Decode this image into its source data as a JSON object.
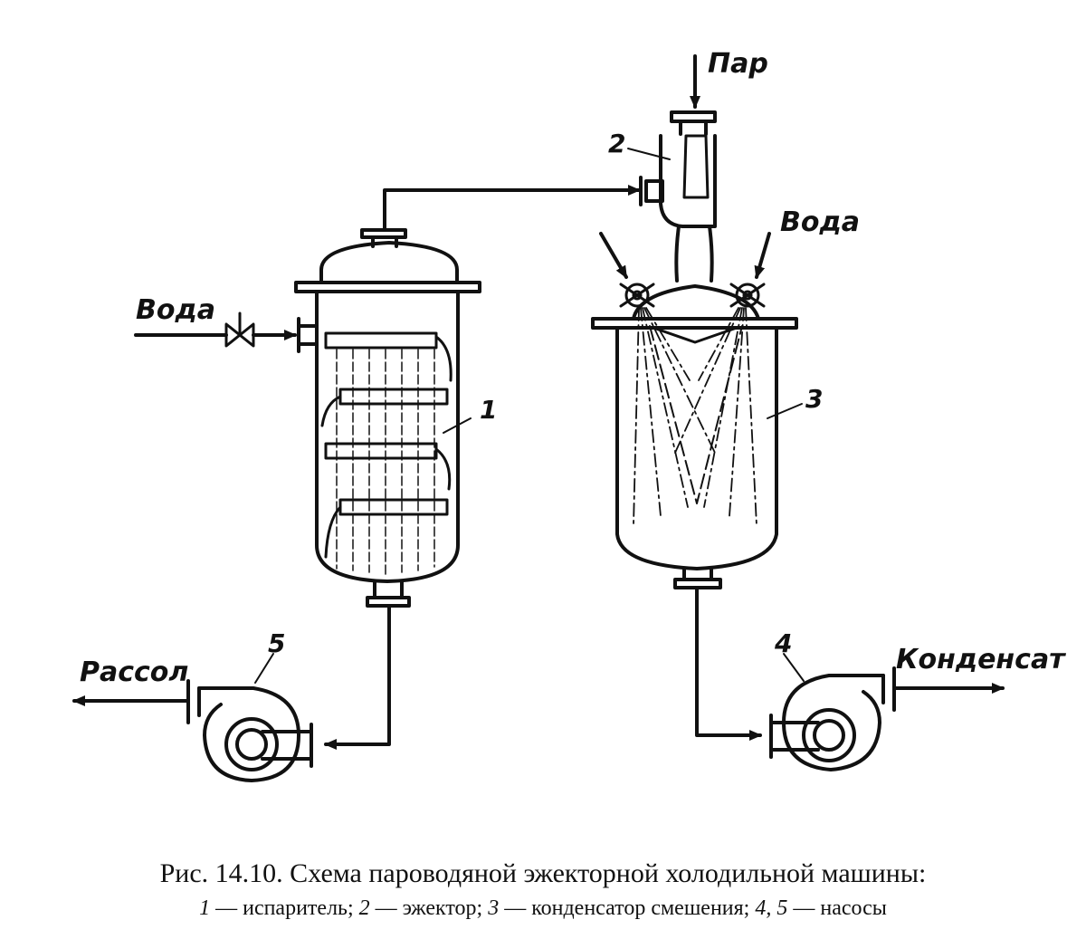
{
  "labels": {
    "steam": "Пар",
    "water_left": "Вода",
    "water_right": "Вода",
    "brine": "Рассол",
    "condensate": "Конденсат"
  },
  "numbers": {
    "evaporator": "1",
    "ejector": "2",
    "condenser": "3",
    "pump_condensate": "4",
    "pump_brine": "5"
  },
  "caption": {
    "title": "Рис. 14.10. Схема пароводяной эжекторной холодильной машины:",
    "legend": [
      {
        "num": "1",
        "text": " — испаритель; "
      },
      {
        "num": "2",
        "text": " — эжектор; "
      },
      {
        "num": "3",
        "text": " — конденсатор смешения; "
      },
      {
        "num": "4, 5",
        "text": " — насосы"
      }
    ]
  }
}
